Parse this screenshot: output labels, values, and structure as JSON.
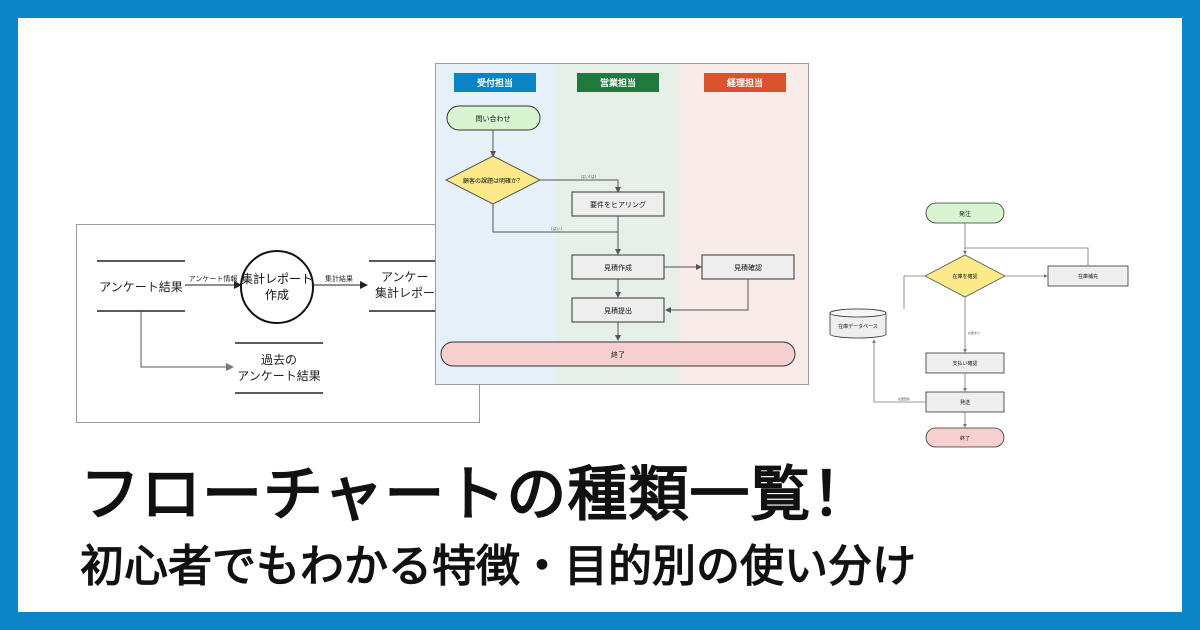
{
  "headline": {
    "main": "フローチャートの種類一覧！",
    "sub": "初心者でもわかる特徴・目的別の使い分け"
  },
  "colors": {
    "frame": "#0b84c6",
    "lane_reception": "#0b84c6",
    "lane_sales": "#1f7a3e",
    "lane_accounting": "#d9532c",
    "start_fill": "#d8f5d0",
    "decision_fill": "#fbe98a",
    "end_fill": "#f6cfcf",
    "process_fill": "#eeeeee"
  },
  "dfd": {
    "store_results": "アンケート結果",
    "flow_info": "アンケート情報",
    "process_lines": [
      "集計レポート",
      "作成"
    ],
    "flow_result": "集計結果",
    "store_report_lines": [
      "アンケー",
      "集計レポー"
    ],
    "store_past_lines": [
      "過去の",
      "アンケート結果"
    ]
  },
  "swimlane": {
    "lanes": [
      "受付担当",
      "営業担当",
      "経理担当"
    ],
    "start": "問い合わせ",
    "decision": "顧客の課題は明確か？",
    "yes_label": "はい(は)",
    "no_label": "(はい)",
    "hearing": "要件をヒアリング",
    "estimate_create": "見積作成",
    "estimate_check": "見積確認",
    "estimate_submit": "見積提出",
    "end": "終了"
  },
  "flowchart": {
    "start": "発注",
    "decision": "在庫を確認",
    "stock_out": "在庫補充",
    "database": "在庫データベース",
    "branch_label": "在庫あり",
    "payment": "支払い確認",
    "shipping": "発送",
    "update_label": "在庫更新",
    "end": "終了"
  }
}
